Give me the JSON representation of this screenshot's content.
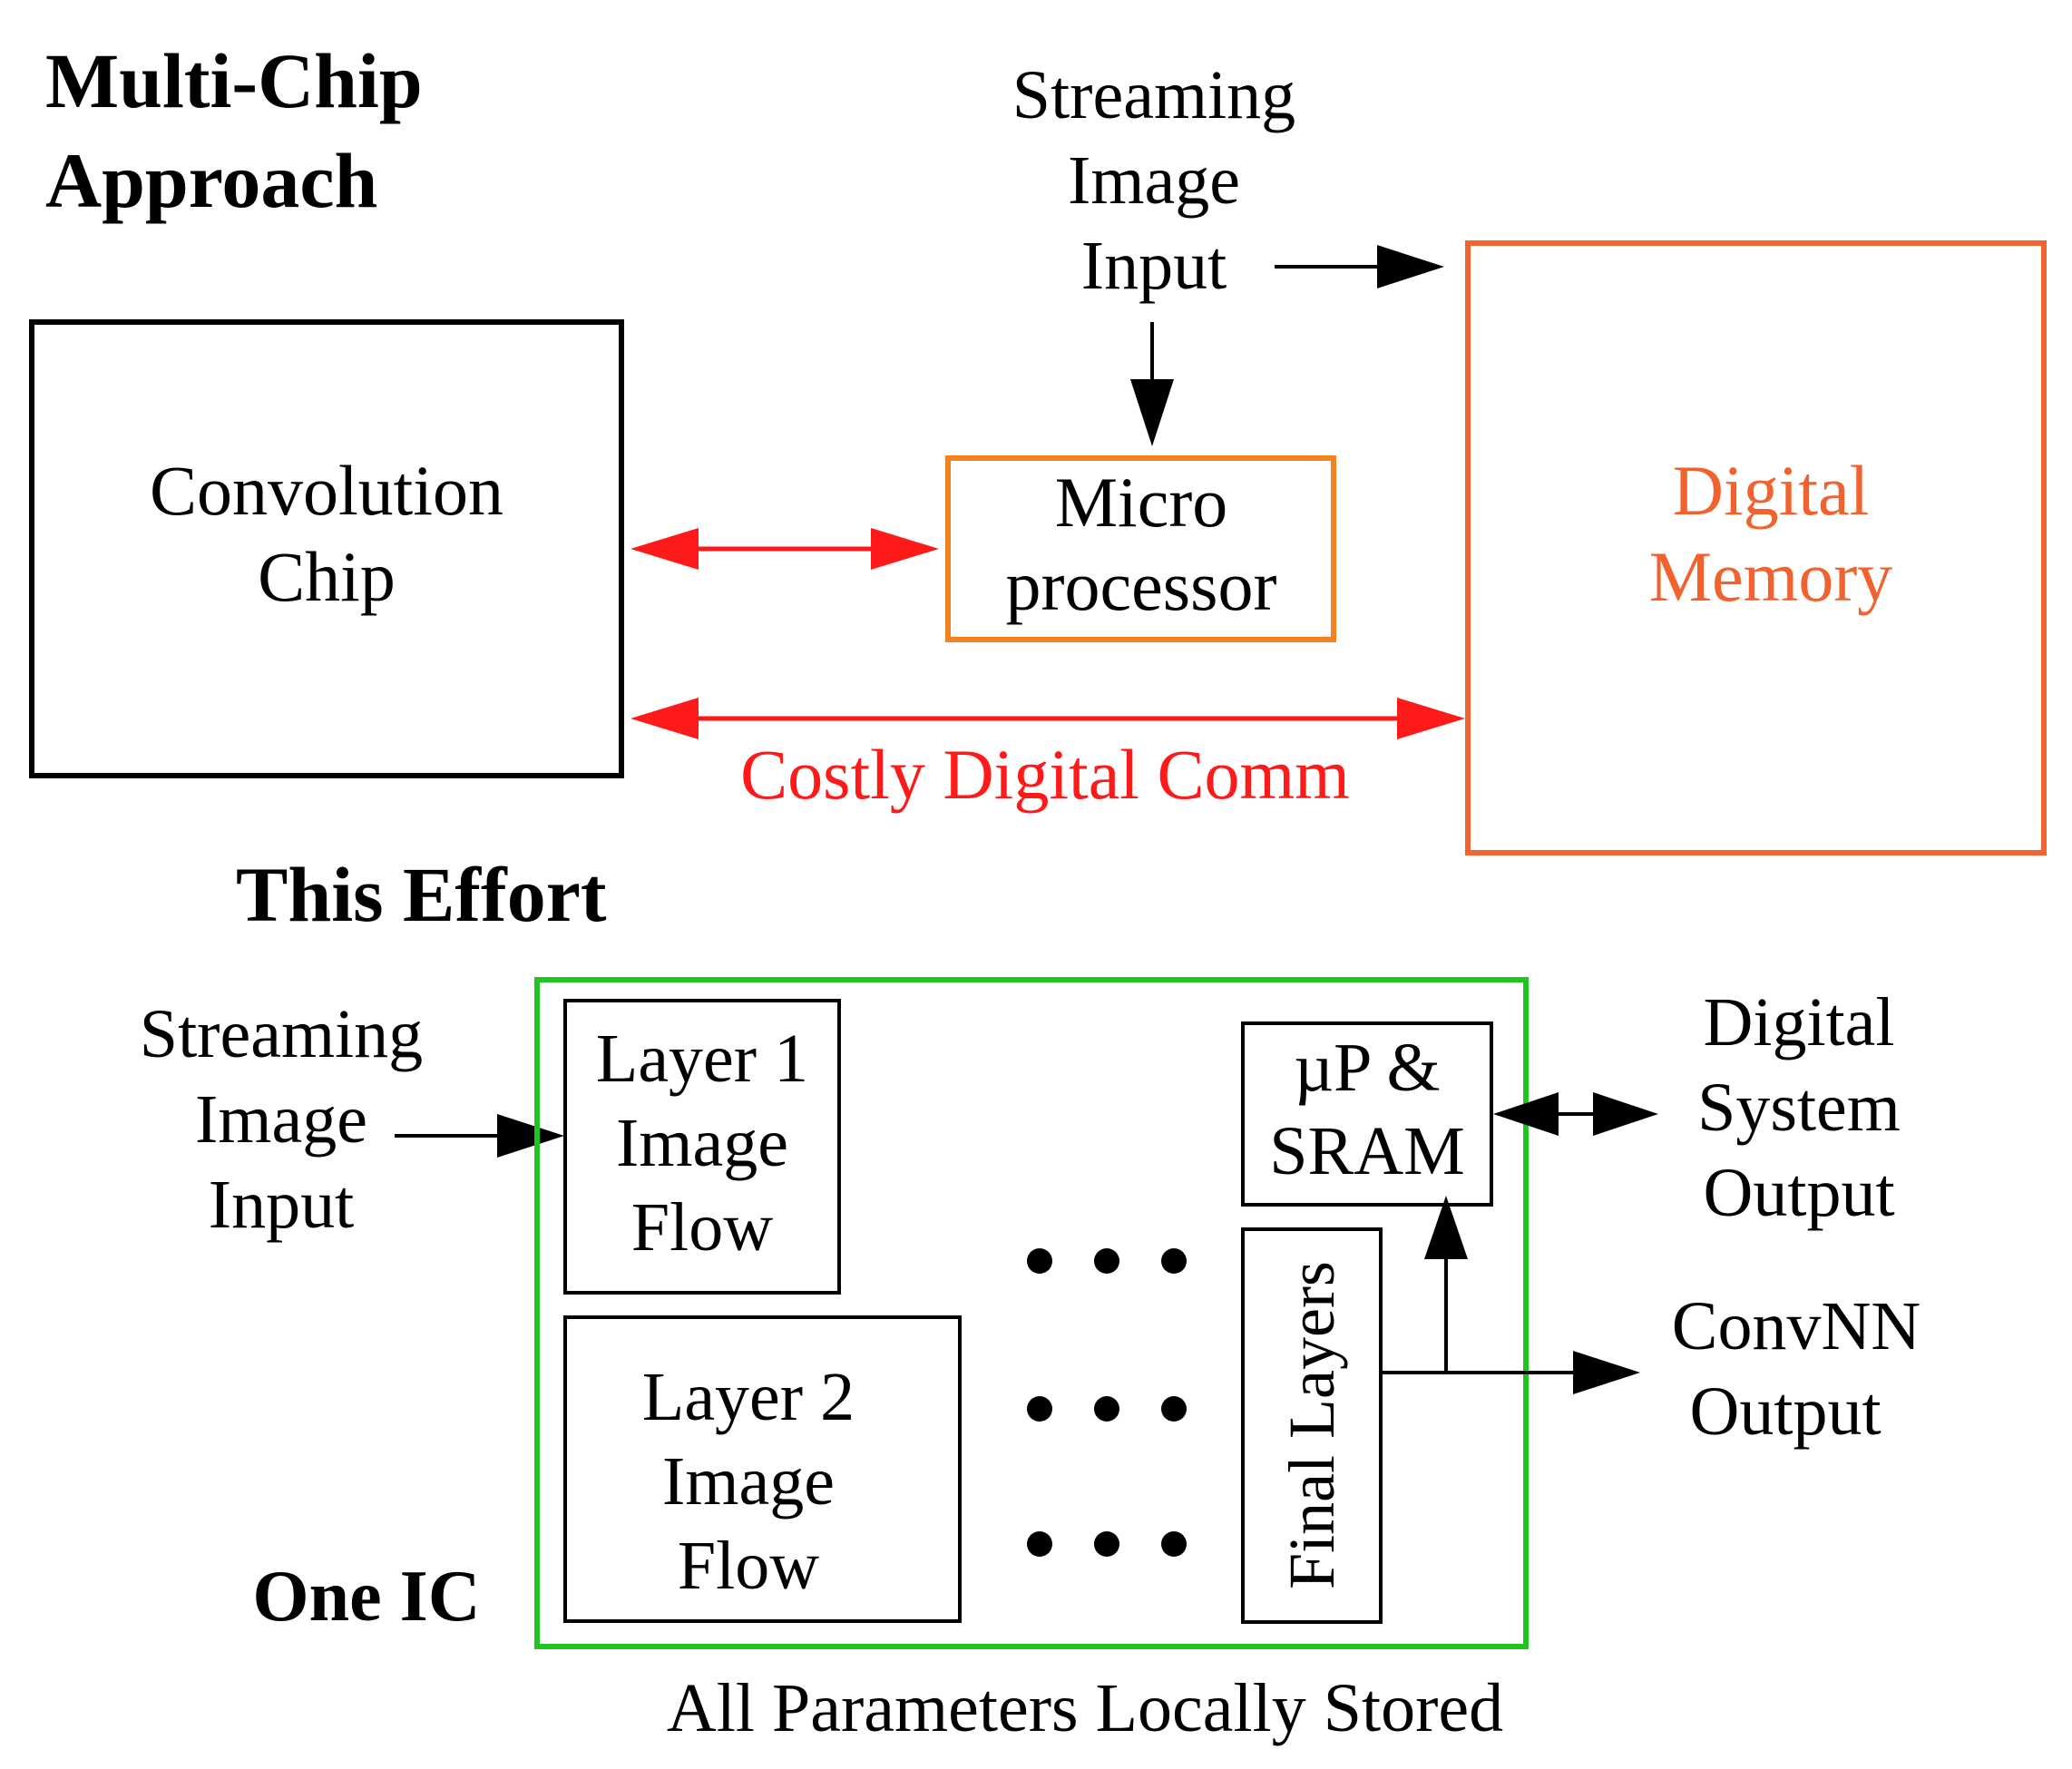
{
  "colors": {
    "black": "#000000",
    "red": "#ff1a1a",
    "orange": "#f58220",
    "memory_orange": "#f2622e",
    "green": "#1fc41f"
  },
  "top": {
    "title_line1": "Multi-Chip",
    "title_line2": "Approach",
    "input_line1": "Streaming",
    "input_line2": "Image",
    "input_line3": "Input",
    "conv_line1": "Convolution",
    "conv_line2": "Chip",
    "micro_line1": "Micro",
    "micro_line2": "processor",
    "memory_line1": "Digital",
    "memory_line2": "Memory",
    "comm_label": "Costly Digital Comm"
  },
  "bottom": {
    "title": "This Effort",
    "input_line1": "Streaming",
    "input_line2": "Image",
    "input_line3": "Input",
    "layer1_line1": "Layer 1",
    "layer1_line2": "Image",
    "layer1_line3": "Flow",
    "layer2_line1": "Layer 2",
    "layer2_line2": "Image",
    "layer2_line3": "Flow",
    "up_line1": "µP &",
    "up_line2": "SRAM",
    "final_layers": "Final Layers",
    "sys_line1": "Digital",
    "sys_line2": "System",
    "sys_line3": "Output",
    "conv_line1": "ConvNN",
    "conv_line2": "Output",
    "one_ic": "One IC",
    "caption": "All Parameters Locally Stored"
  }
}
